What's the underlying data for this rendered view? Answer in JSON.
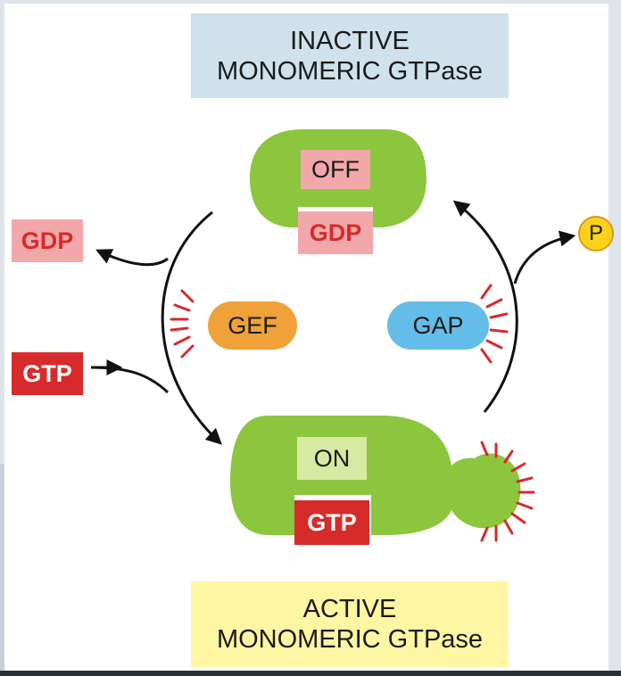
{
  "inactive_title": {
    "line1": "INACTIVE",
    "line2": "MONOMERIC GTPase"
  },
  "active_title": {
    "line1": "ACTIVE",
    "line2": "MONOMERIC GTPase"
  },
  "inactive_protein": {
    "state_label": "OFF",
    "bound_label": "GDP"
  },
  "active_protein": {
    "state_label": "ON",
    "bound_label": "GTP"
  },
  "released": {
    "gdp_label": "GDP",
    "phosphate_label": "P"
  },
  "incoming": {
    "gtp_label": "GTP"
  },
  "factors": {
    "gef_label": "GEF",
    "gap_label": "GAP"
  },
  "colors": {
    "protein_green": "#8cc63f",
    "gdp_pink": "#f2a8aa",
    "gtp_red": "#d62b2b",
    "gef_orange": "#f0a23a",
    "gap_blue": "#64bde8",
    "phosphate_yellow": "#fbd21a",
    "inactive_box": "#cfe1ea",
    "active_box": "#fff6a3",
    "spark_red": "#d62b2b"
  }
}
